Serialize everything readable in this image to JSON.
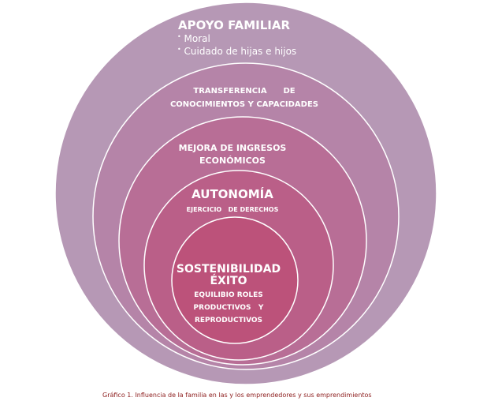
{
  "rings": [
    {
      "title": "APOYO FAMILIAR",
      "bullets": [
        "Moral",
        "Cuidado de hijas e hijos"
      ],
      "color": "#b698b5"
    },
    {
      "title": "TRANSFERENCIA      DE",
      "title2": "CONOCIMIENTOS Y CAPACIDADES",
      "color": "#b584a8"
    },
    {
      "title": "MEJORA DE INGRESOS",
      "title2": "ECONÓMICOS",
      "color": "#b86e96"
    },
    {
      "title": "AUTONOMÍA",
      "subtitle": "EJERCICIO   DE DERECHOS",
      "color": "#ba5f88"
    },
    {
      "title": "SOSTENIBILIDAD",
      "title2": "ÉXITO",
      "lines": [
        "EQUILIBIO ROLES",
        "PRODUCTIVOS   Y",
        "REPRODUCTIVOS"
      ],
      "color": "#bc527a"
    }
  ],
  "caption": "Gráfico 1. Influencia de la familia en las y los emprendedores y sus emprendimientos"
}
